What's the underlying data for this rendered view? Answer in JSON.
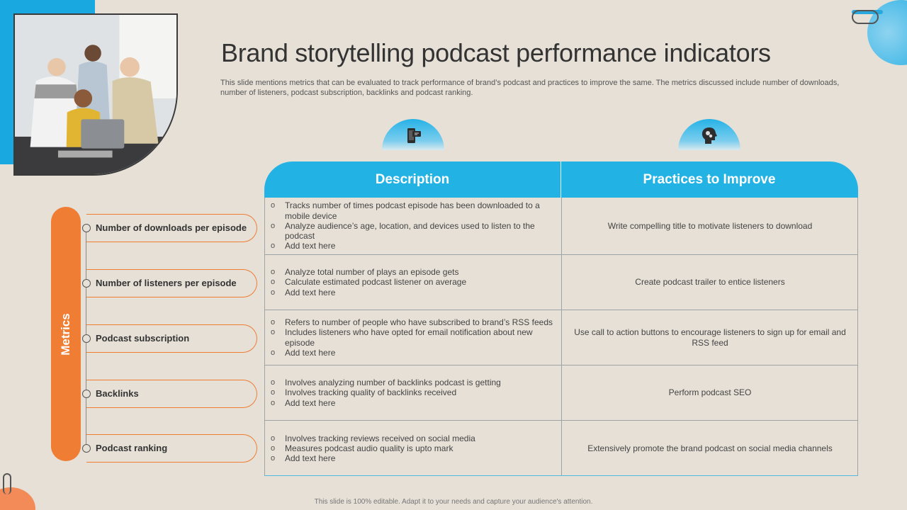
{
  "title": "Brand storytelling podcast performance indicators",
  "subtitle": "This slide mentions metrics that can be evaluated to track performance of brand’s podcast and practices to improve the same. The metrics discussed include number of downloads, number of listeners, podcast subscription, backlinks and podcast ranking.",
  "icons": {
    "description": "mobile-podcast-icon",
    "practices": "head-gears-icon"
  },
  "table": {
    "col1_header": "Description",
    "col2_header": "Practices to Improve"
  },
  "metrics_label": "Metrics",
  "rows": [
    {
      "metric": "Number of downloads per episode",
      "bullets": [
        "Tracks number of  times podcast episode has been downloaded to a mobile device",
        "Analyze  audience’s age, location, and devices used to listen to the podcast",
        "Add text here"
      ],
      "practice": "Write compelling title to motivate listeners to download"
    },
    {
      "metric": "Number of listeners per episode",
      "bullets": [
        "Analyze  total number of plays an episode gets",
        "Calculate estimated podcast listener on average",
        "Add text here"
      ],
      "practice": "Create podcast trailer to entice listeners"
    },
    {
      "metric": "Podcast subscription",
      "bullets": [
        "Refers to number of people who have subscribed to brand’s RSS feeds",
        "Includes listeners who have opted for email notification about  new episode",
        "Add text here"
      ],
      "practice": "Use call to action buttons to encourage listeners to sign up for email and RSS feed"
    },
    {
      "metric": "Backlinks",
      "bullets": [
        "Involves analyzing number of backlinks podcast is getting",
        "Involves tracking quality of backlinks received",
        "Add text here"
      ],
      "practice": "Perform podcast SEO"
    },
    {
      "metric": "Podcast ranking",
      "bullets": [
        "Involves tracking reviews received on social media",
        "Measures podcast audio quality is upto mark",
        "Add text here"
      ],
      "practice": "Extensively promote the brand podcast on social media channels"
    }
  ],
  "footer": "This slide is 100% editable. Adapt it to your needs and capture your audience's attention."
}
